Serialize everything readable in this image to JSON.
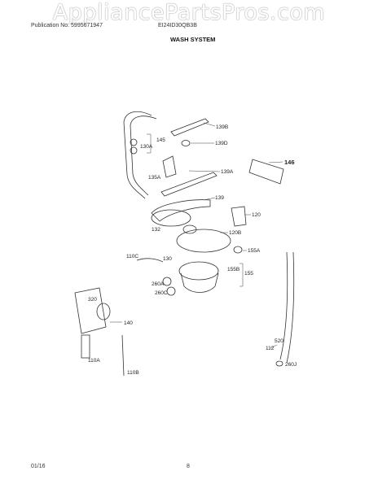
{
  "header": {
    "watermark": "AppliancePartsPros.com",
    "publication": "Publication No: 5995671947",
    "model": "EI24ID30QB3B",
    "section_title": "WASH SYSTEM"
  },
  "footer": {
    "date": "01/16",
    "page": "8"
  },
  "parts": {
    "p139B": "139B",
    "p145": "145",
    "p139D": "139D",
    "p130A": "130A",
    "p146": "146",
    "p135A": "135A",
    "p139A": "139A",
    "p139": "139",
    "p120": "120",
    "p132": "132",
    "p120B": "120B",
    "p155A": "155A",
    "p110C": "110C",
    "p130": "130",
    "p155B": "155B",
    "p155": "155",
    "p260A": "260A",
    "p260C": "260C",
    "p320": "320",
    "p140": "140",
    "p520": "520",
    "p112": "112",
    "p260J": "260J",
    "p110A": "110A",
    "p110B": "110B"
  }
}
